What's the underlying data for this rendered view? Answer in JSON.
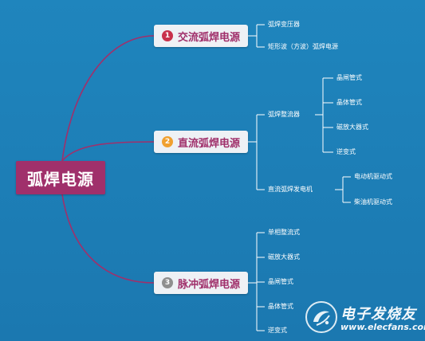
{
  "colors": {
    "background": "#1f7fb8",
    "root_fill": "#a0306b",
    "branch_fill": "#eef1f5",
    "branch_text": "#a0306b",
    "root_connector": "#a0306b",
    "leaf_connector": "#ffffff",
    "badge_1": "#c8314b",
    "badge_2": "#f0a030",
    "badge_3": "#8f8f8f"
  },
  "root": {
    "label": "弧焊电源"
  },
  "branches": [
    {
      "badge": "1",
      "label": "交流弧焊电源",
      "children": [
        {
          "label": "弧焊变压器"
        },
        {
          "label": "矩形波（方波）弧焊电源"
        }
      ]
    },
    {
      "badge": "2",
      "label": "直流弧焊电源",
      "children": [
        {
          "label": "弧焊整流器",
          "children": [
            {
              "label": "晶闸管式"
            },
            {
              "label": "晶体管式"
            },
            {
              "label": "磁放大器式"
            },
            {
              "label": "逆变式"
            }
          ]
        },
        {
          "label": "直流弧焊发电机",
          "children": [
            {
              "label": "电动机驱动式"
            },
            {
              "label": "柴油机驱动式"
            }
          ]
        }
      ]
    },
    {
      "badge": "3",
      "label": "脉冲弧焊电源",
      "children": [
        {
          "label": "单相整流式"
        },
        {
          "label": "磁放大器式"
        },
        {
          "label": "晶闸管式"
        },
        {
          "label": "晶体管式"
        },
        {
          "label": "逆变式"
        }
      ]
    }
  ],
  "watermark": {
    "title": "电子发烧友",
    "url": "www.elecfans.com",
    "icon": "elecfans-logo-icon"
  }
}
